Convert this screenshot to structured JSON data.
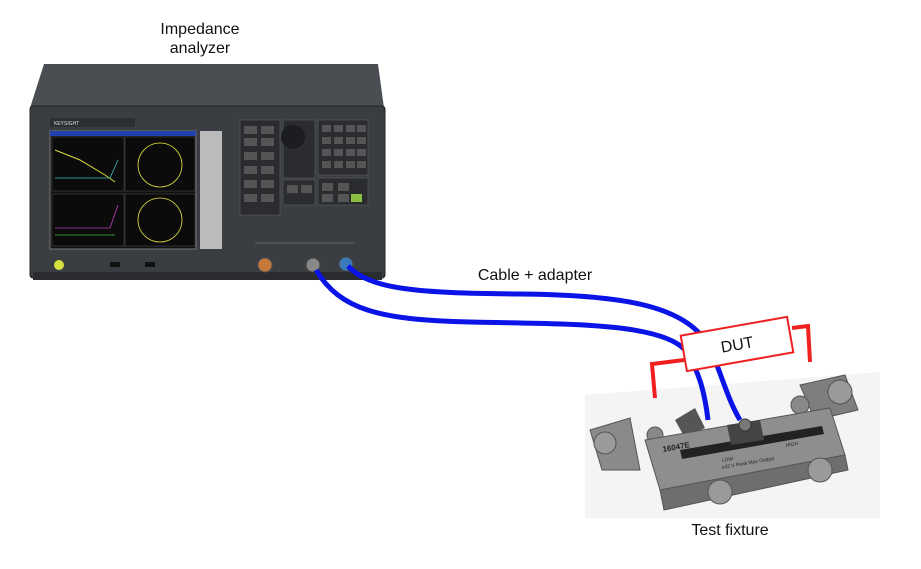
{
  "labels": {
    "analyzer_line1": "Impedance",
    "analyzer_line2": "analyzer",
    "cable": "Cable + adapter",
    "dut": "DUT",
    "fixture": "Test fixture"
  },
  "analyzer_brand": "KEYSIGHT",
  "fixture_markings": {
    "model": "16047E",
    "low": "LOW",
    "high": "HIGH",
    "rating": "±42 V Peak Max Output"
  },
  "colors": {
    "cable": "#0a14e6",
    "dut_leads": "#f02020",
    "analyzer_body": "#3e4146",
    "fixture_body": "#8a8a8a"
  }
}
